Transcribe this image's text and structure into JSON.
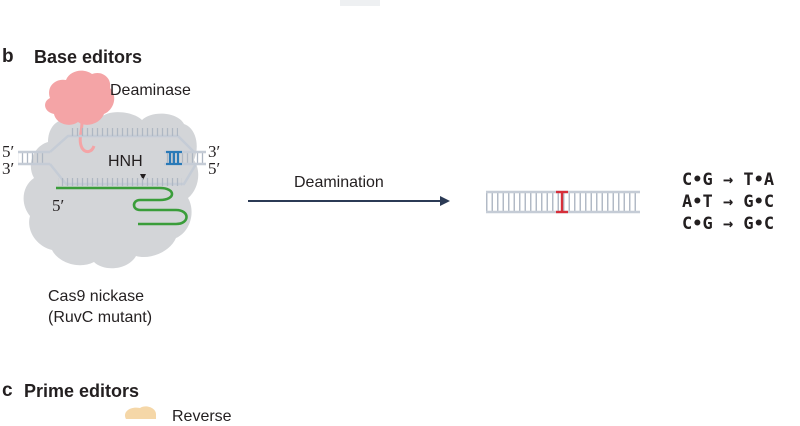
{
  "panel_b": {
    "letter": "b",
    "title": "Base editors",
    "deaminase_label": "Deaminase",
    "hnh_label": "HNH",
    "cas9_label_line1": "Cas9 nickase",
    "cas9_label_line2": "(RuvC mutant)",
    "dna_ends": {
      "top_left": "5′",
      "bottom_left": "3′",
      "top_right": "3′",
      "bottom_right": "5′",
      "guide_5prime": "5′"
    },
    "arrow_label": "Deamination",
    "conversions": [
      "C•G → T•A",
      "A•T → G•C",
      "C•G → G•C"
    ]
  },
  "panel_c": {
    "letter": "c",
    "title": "Prime editors",
    "partial_label": "Reverse"
  },
  "colors": {
    "protein": "#d3d5d8",
    "deaminase": "#f4a4a6",
    "dna": "#c5ccd6",
    "guide_rna": "#3a9d3a",
    "hnh_marker": "#2a7ab8",
    "edit_mark": "#d62f3a",
    "arrow": "#2b3a55"
  }
}
